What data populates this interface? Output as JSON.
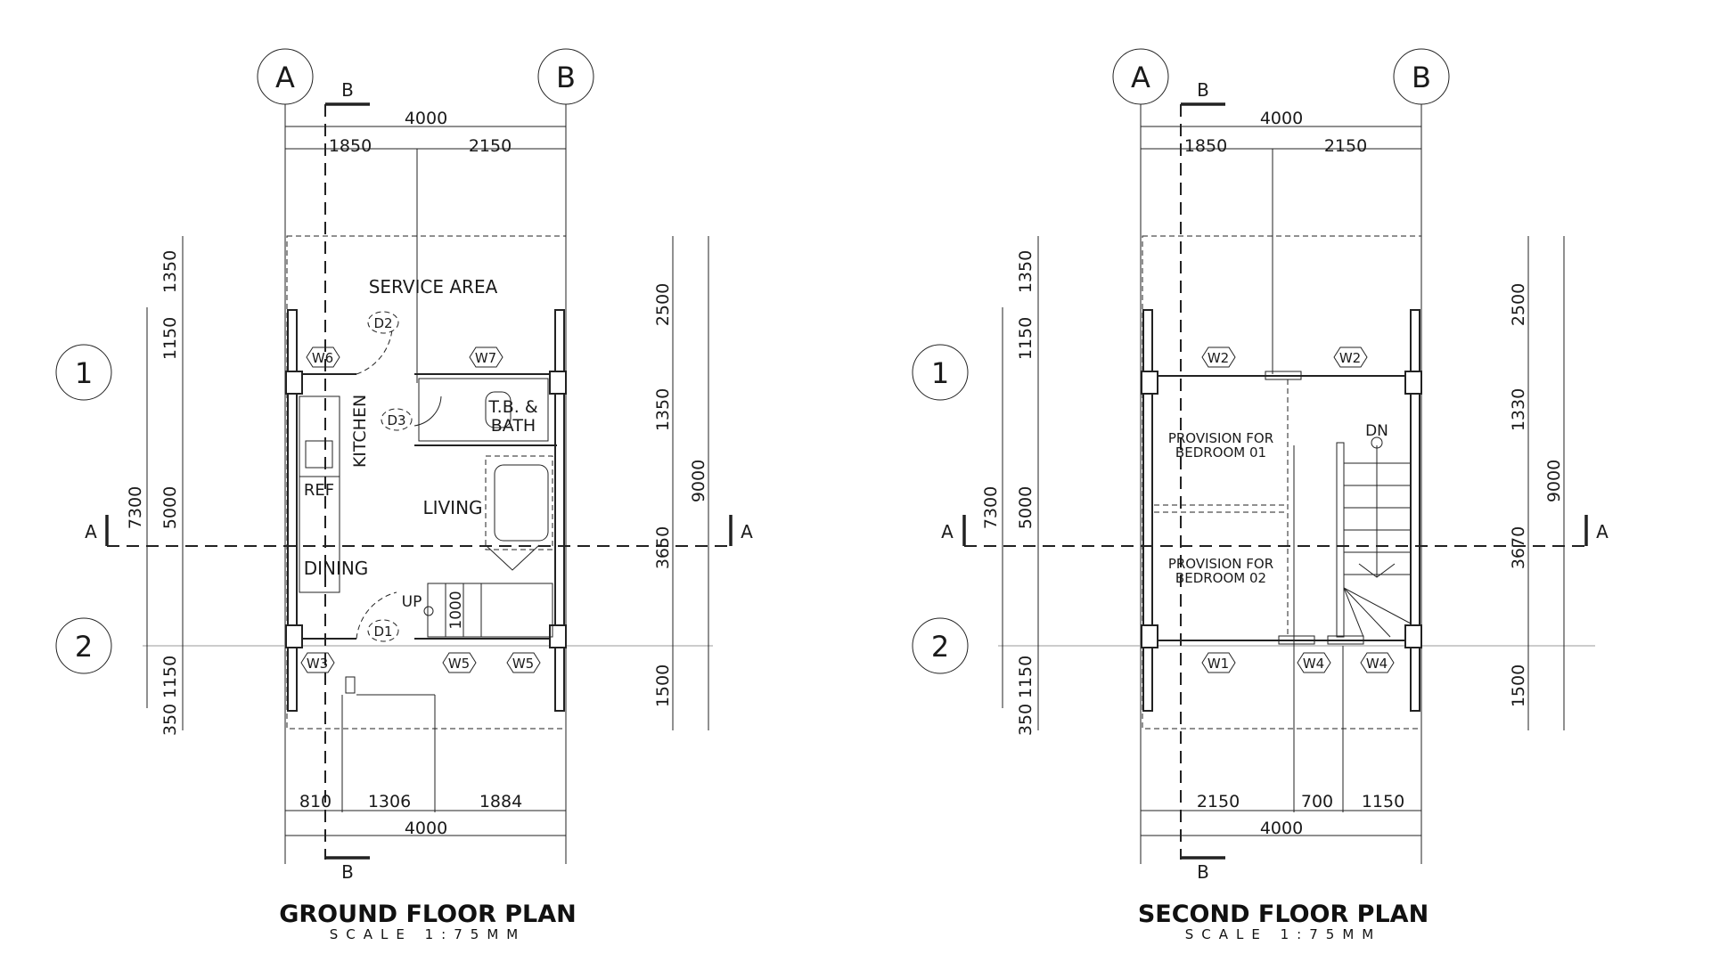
{
  "plans": {
    "ground": {
      "title": "GROUND FLOOR PLAN",
      "scale": "SCALE 1:75MM",
      "grid": {
        "col_a": "A",
        "col_b": "B",
        "row_1": "1",
        "row_2": "2"
      },
      "section": {
        "a_left": "A",
        "a_right": "A",
        "b_top": "B",
        "b_bottom": "B"
      },
      "dims": {
        "top_total": "4000",
        "top_left": "1850",
        "top_right": "2150",
        "bottom_total": "4000",
        "bottom_1": "810",
        "bottom_2": "1306",
        "bottom_3": "1884",
        "left_1350": "1350",
        "left_1150": "1150",
        "left_5000": "5000",
        "left_7300": "7300",
        "left_1150b": "1150",
        "left_350": "350",
        "right_2500": "2500",
        "right_1350": "1350",
        "right_3650": "3650",
        "right_1500": "1500",
        "right_9000": "9000",
        "stair_1000": "1000"
      },
      "rooms": {
        "service": "SERVICE AREA",
        "kitchen": "KITCHEN",
        "tb1": "T.B. &",
        "tb2": "BATH",
        "living": "LIVING",
        "dining": "DINING",
        "ref": "REF",
        "up": "UP"
      },
      "tags": {
        "w6": "W6",
        "w7": "W7",
        "w3": "W3",
        "w5a": "W5",
        "w5b": "W5",
        "d1": "D1",
        "d2": "D2",
        "d3": "D3"
      }
    },
    "second": {
      "title": "SECOND FLOOR PLAN",
      "scale": "SCALE 1:75MM",
      "grid": {
        "col_a": "A",
        "col_b": "B",
        "row_1": "1",
        "row_2": "2"
      },
      "section": {
        "a_left": "A",
        "a_right": "A",
        "b_top": "B",
        "b_bottom": "B"
      },
      "dims": {
        "top_total": "4000",
        "top_left": "1850",
        "top_right": "2150",
        "bottom_total": "4000",
        "bottom_1": "2150",
        "bottom_2": "700",
        "bottom_3": "1150",
        "left_1350": "1350",
        "left_1150": "1150",
        "left_5000": "5000",
        "left_7300": "7300",
        "left_1150b": "1150",
        "left_350": "350",
        "right_2500": "2500",
        "right_1330": "1330",
        "right_3670": "3670",
        "right_1500": "1500",
        "right_9000": "9000"
      },
      "rooms": {
        "bed1_a": "PROVISION FOR",
        "bed1_b": "BEDROOM 01",
        "bed2_a": "PROVISION FOR",
        "bed2_b": "BEDROOM 02",
        "dn": "DN"
      },
      "tags": {
        "w2a": "W2",
        "w2b": "W2",
        "w1": "W1",
        "w4a": "W4",
        "w4b": "W4"
      }
    }
  }
}
